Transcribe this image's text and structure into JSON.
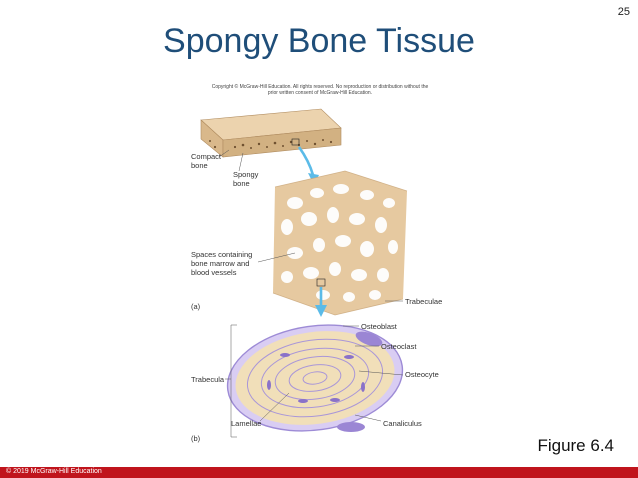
{
  "slide": {
    "page_number": "25",
    "title": "Spongy Bone Tissue",
    "copyright_notice": "Copyright © McGraw-Hill Education. All rights reserved. No reproduction or distribution without the prior written consent of McGraw-Hill Education.",
    "figure_caption": "Figure 6.4",
    "footer": "© 2019 McGraw-Hill Education"
  },
  "figure": {
    "labels": {
      "compact_bone_1": "Compact",
      "compact_bone_2": "bone",
      "spongy_bone_1": "Spongy",
      "spongy_bone_2": "bone",
      "spaces_1": "Spaces containing",
      "spaces_2": "bone marrow and",
      "spaces_3": "blood vessels",
      "trabeculae": "Trabeculae",
      "panel_a": "(a)",
      "osteoblast": "Osteoblast",
      "osteoclast": "Osteoclast",
      "osteocyte": "Osteocyte",
      "trabecula": "Trabecula",
      "lamellae": "Lamellae",
      "canaliculus": "Canaliculus",
      "panel_b": "(b)"
    },
    "colors": {
      "bone": "#e8cfa6",
      "bone_dark": "#c9a679",
      "lamella": "#cfc6f0",
      "cell": "#8a72c9",
      "arrow": "#5bbbe8",
      "title": "#1f4e79",
      "footer": "#c0141c"
    }
  }
}
